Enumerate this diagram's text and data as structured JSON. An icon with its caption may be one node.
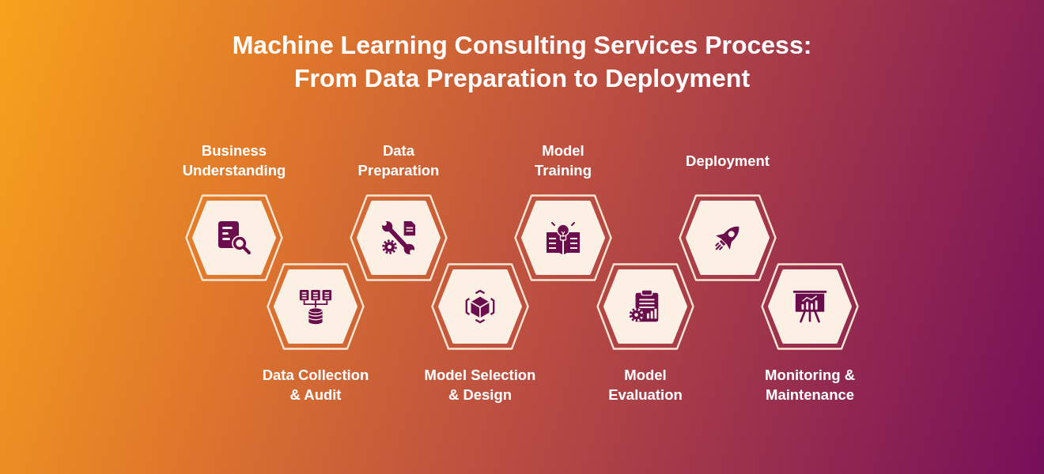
{
  "diagram": {
    "title": "Machine Learning Consulting Services Process: From Data Preparation to Deployment",
    "nodes": [
      {
        "text": [
          "Business Understanding"
        ]
      },
      {
        "text": [
          "Data Collection & Audit"
        ]
      },
      {
        "text": [
          "Data Preparation"
        ]
      },
      {
        "text": [
          "Model Selection & Design"
        ]
      },
      {
        "text": [
          "Model Training"
        ]
      },
      {
        "text": [
          "Model Evaluation"
        ]
      },
      {
        "text": [
          "Deployment"
        ]
      },
      {
        "text": [
          "Monitoring & Maintenance"
        ]
      }
    ]
  }
}
